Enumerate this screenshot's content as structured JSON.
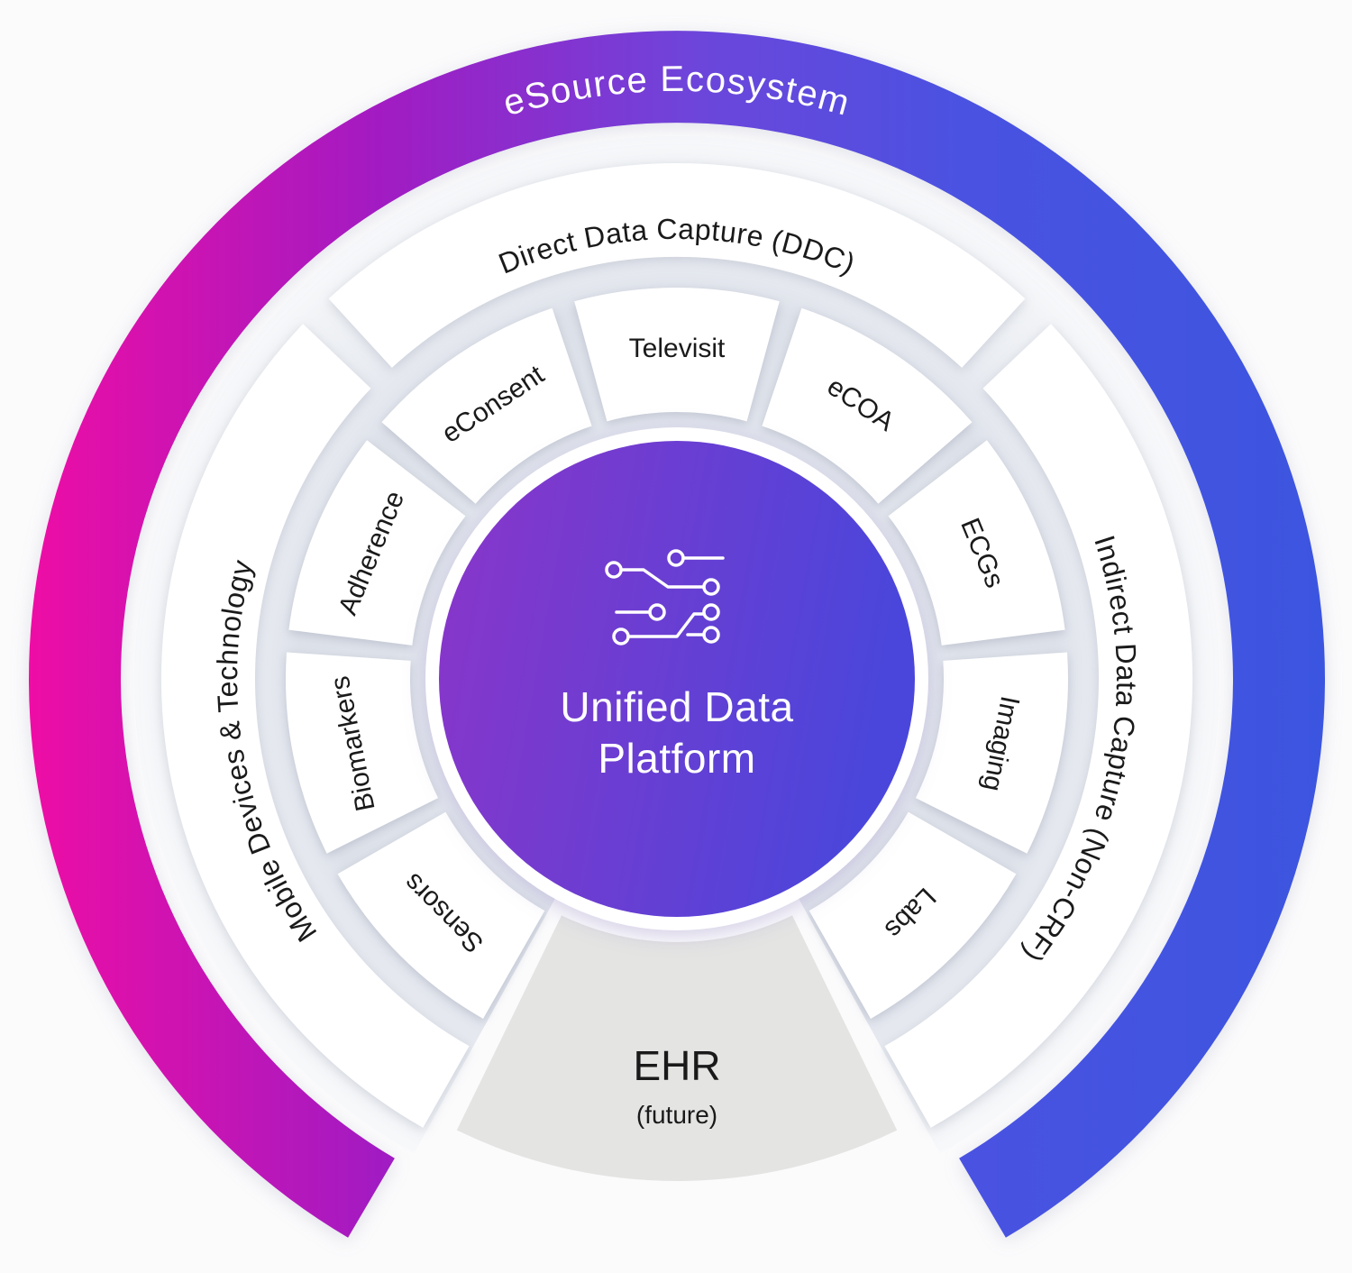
{
  "diagram": {
    "outer_ring_label": "eSource Ecosystem",
    "middle_ring": {
      "top_label": "Direct Data Capture (DDC)",
      "left_label": "Mobile Devices & Technology",
      "right_label": "Indirect Data Capture (Non-CRF)"
    },
    "segments": [
      {
        "label": "Sensors"
      },
      {
        "label": "Biomarkers"
      },
      {
        "label": "Adherence"
      },
      {
        "label": "eConsent"
      },
      {
        "label": "Televisit"
      },
      {
        "label": "eCOA"
      },
      {
        "label": "ECGs"
      },
      {
        "label": "Imaging"
      },
      {
        "label": "Labs"
      }
    ],
    "center": {
      "icon": "circuit-icon",
      "title_line1": "Unified Data",
      "title_line2": "Platform"
    },
    "ehr_wedge": {
      "title": "EHR",
      "subtitle": "(future)"
    },
    "colors": {
      "outer_gradient_left": "#EE0DA5",
      "outer_gradient_mid1": "#A21BC2",
      "outer_gradient_mid2": "#6C46DB",
      "outer_gradient_mid3": "#4A52E1",
      "outer_gradient_right": "#3C55E0",
      "center_gradient_left": "#8B35C9",
      "center_gradient_right": "#4A46DB",
      "ehr_fill": "#e4e4e3",
      "label_text": "#1a1a1a",
      "ring_text": "#ffffff"
    }
  }
}
